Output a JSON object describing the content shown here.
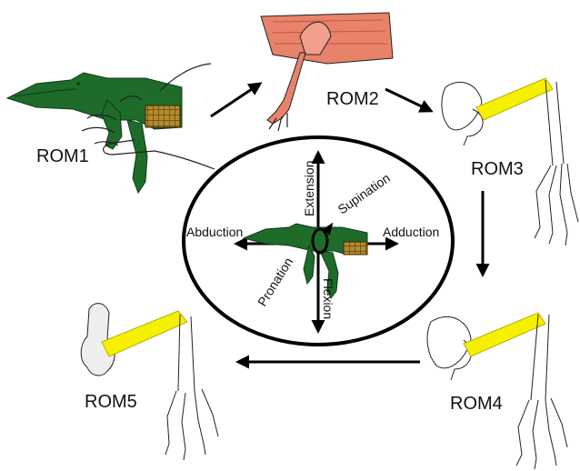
{
  "stages": [
    {
      "label": "ROM1"
    },
    {
      "label": "ROM2"
    },
    {
      "label": "ROM3"
    },
    {
      "label": "ROM4"
    },
    {
      "label": "ROM5"
    }
  ],
  "motions": {
    "extension": "Extension",
    "supination": "Supination",
    "abduction": "Abduction",
    "adduction": "Adduction",
    "pronation": "Pronation",
    "flexion": "Flexion"
  },
  "colors": {
    "skin": "#1f6b2a",
    "skin_dark": "#0f3d16",
    "scute": "#b58a2a",
    "muscle": "#e8826a",
    "humerus": "#f5f000",
    "outline": "#000000"
  },
  "icons": [
    "alligator-icon",
    "hand-icon",
    "dissected-limb-icon",
    "skeleton-limb-icon",
    "rotation-icon"
  ]
}
